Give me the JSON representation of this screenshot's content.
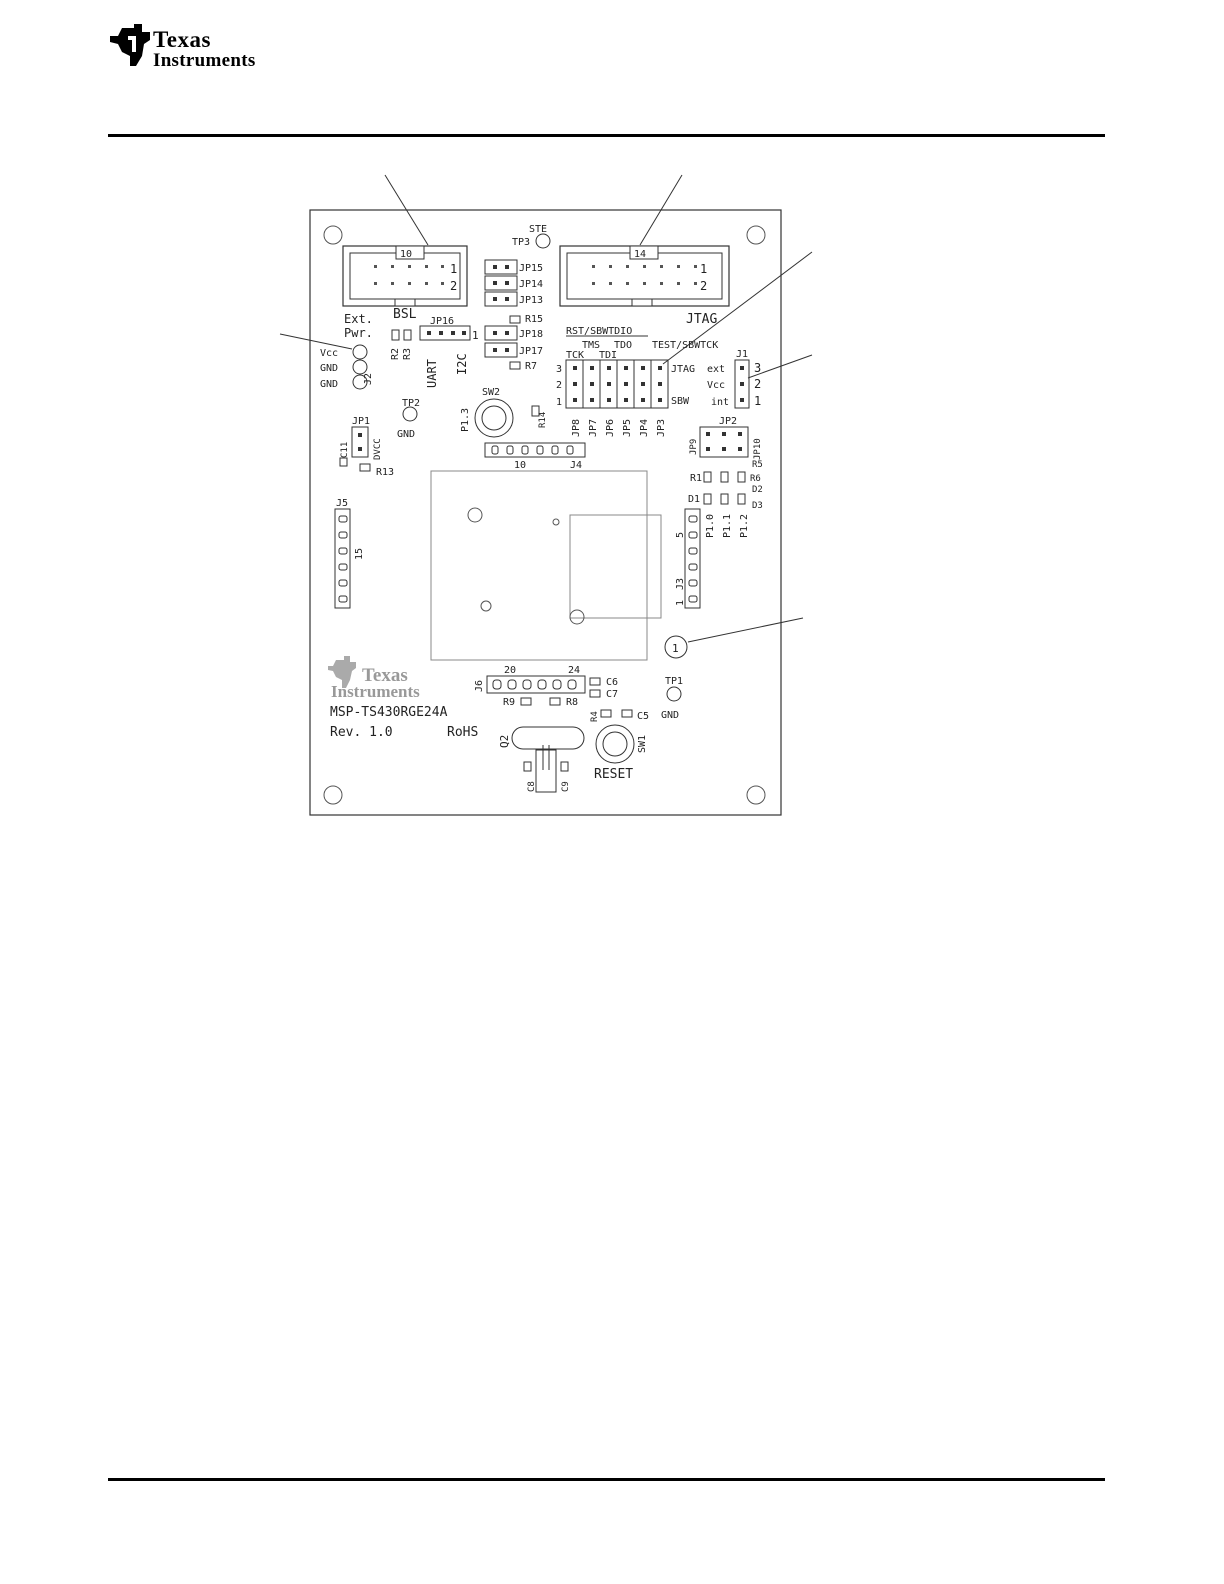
{
  "header": {
    "logo": {
      "line1": "Texas",
      "line2": "Instruments"
    }
  },
  "board": {
    "connectors": {
      "bsl": {
        "label": "BSL",
        "pin_count": "10",
        "row1": "1",
        "row2": "2"
      },
      "jtag": {
        "label": "JTAG",
        "pin_count": "14",
        "row1": "1",
        "row2": "2"
      }
    },
    "test_points": {
      "tp3": {
        "label": "TP3",
        "name": "STE"
      },
      "tp2": {
        "label": "TP2",
        "name": "GND"
      },
      "tp1": {
        "label": "TP1",
        "name": "GND"
      }
    },
    "ext_power": {
      "line1": "Ext.",
      "line2": "Pwr.",
      "vcc": "Vcc",
      "gnd1": "GND",
      "gnd2": "GND",
      "connector": "J2"
    },
    "jumpers_top": [
      "JP15",
      "JP14",
      "JP13"
    ],
    "jumpers_mid": [
      "JP18",
      "JP17"
    ],
    "resistors": {
      "r15": "R15",
      "r7": "R7",
      "r2": "R2",
      "r3": "R3",
      "r13": "R13",
      "r14": "R14",
      "r1": "R1",
      "r5": "R5",
      "r6": "R6",
      "r9": "R9",
      "r8": "R8",
      "r4": "R4"
    },
    "uart_i2c": {
      "jp16": "JP16",
      "uart": "UART",
      "i2c": "I2C",
      "pin1": "1"
    },
    "jtag_select": {
      "title1": "RST/SBWTDIO",
      "title2": "TMS",
      "title3": "TDO",
      "title4": "TEST/SBWTCK",
      "tck": "TCK",
      "tdi": "TDI",
      "rows": [
        "3",
        "2",
        "1"
      ],
      "jtag_label": "JTAG",
      "sbw_label": "SBW",
      "jumpers": [
        "JP8",
        "JP7",
        "JP6",
        "JP5",
        "JP4",
        "JP3"
      ]
    },
    "j1": {
      "label": "J1",
      "ext": "ext",
      "vcc": "Vcc",
      "int": "int",
      "pins": [
        "3",
        "2",
        "1"
      ]
    },
    "sw2": {
      "label": "SW2",
      "pin": "P1.3"
    },
    "jp1": {
      "label": "JP1",
      "c11": "C11",
      "dvcc": "DVCC"
    },
    "j4": {
      "label": "J4",
      "pin10": "10"
    },
    "jp2": {
      "label": "JP2",
      "jp9": "JP9",
      "jp10": "JP10"
    },
    "leds": {
      "d1": "D1",
      "d2": "D2",
      "d3": "D3",
      "p10": "P1.0",
      "p11": "P1.1",
      "p12": "P1.2"
    },
    "j5": {
      "label": "J5",
      "pin15": "15"
    },
    "j3": {
      "label": "J3",
      "pin5": "5",
      "pin1": "1"
    },
    "j6": {
      "label": "J6",
      "pin20": "20",
      "pin24": "24"
    },
    "caps": {
      "c6": "C6",
      "c7": "C7",
      "c5": "C5",
      "c8": "C8",
      "c9": "C9"
    },
    "pin1_marker": "1",
    "crystal": "Q2",
    "sw1": {
      "label": "SW1",
      "name": "RESET"
    },
    "brand": {
      "line1": "Texas",
      "line2": "Instruments"
    },
    "model": "MSP-TS430RGE24A",
    "rev": "Rev. 1.0",
    "rohs": "RoHS"
  }
}
